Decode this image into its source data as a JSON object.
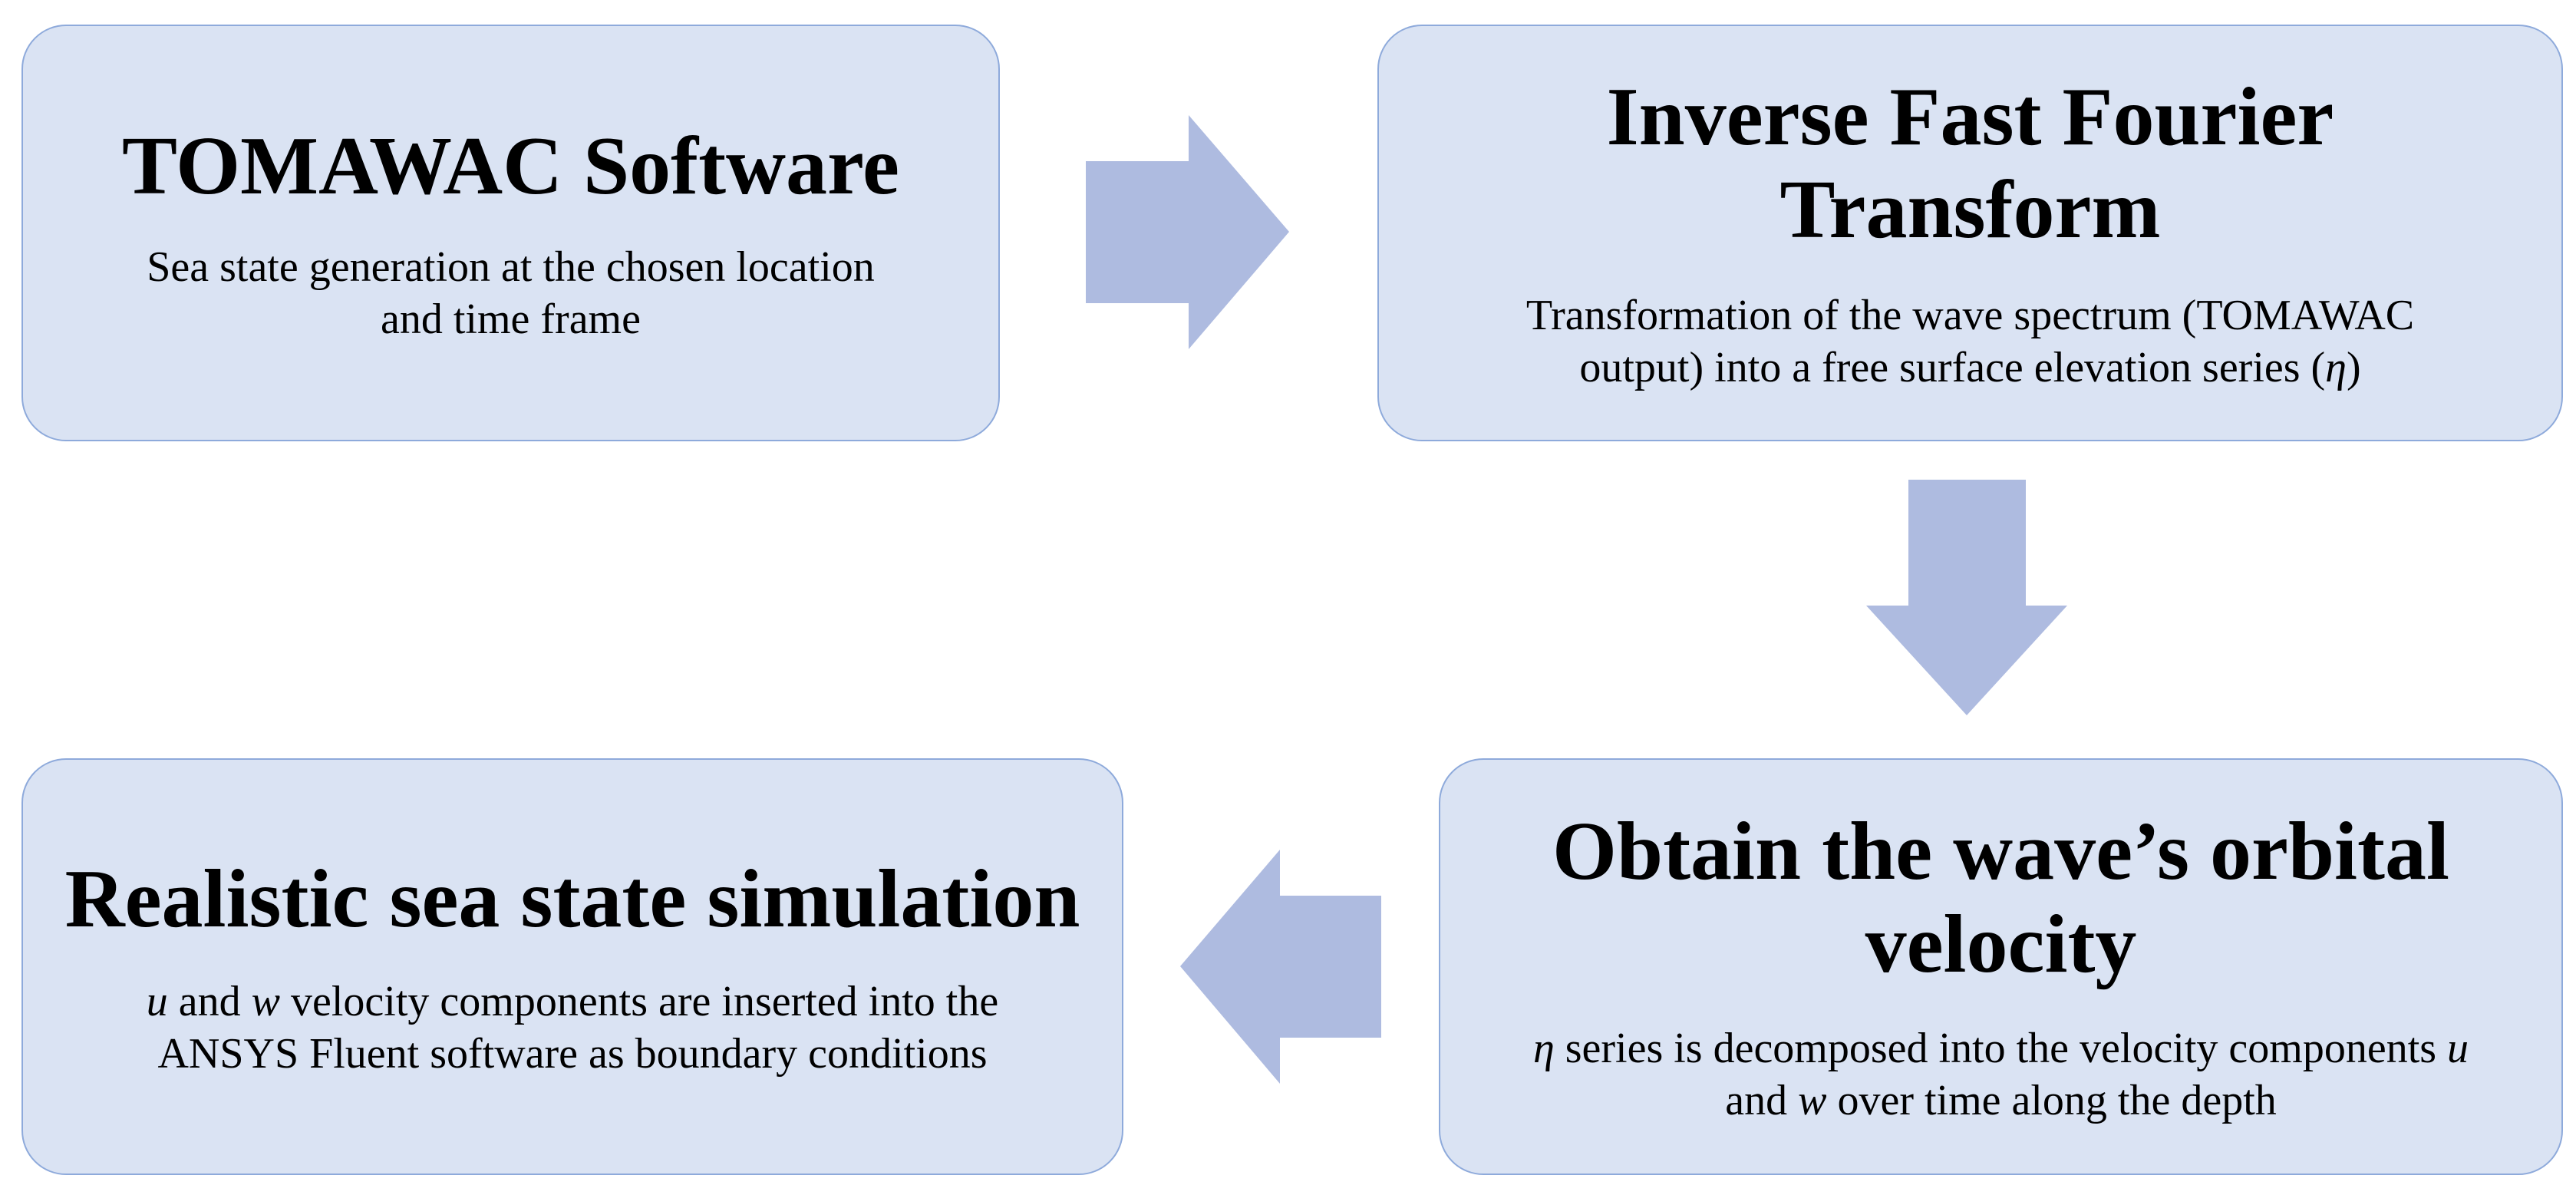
{
  "colors": {
    "box_fill": "#dae3f3",
    "box_border": "#8eaadb",
    "arrow_fill": "#aebbe0",
    "text": "#000000"
  },
  "steps": [
    {
      "title": "TOMAWAC Software",
      "desc_line1": "Sea state generation at the chosen location",
      "desc_line2": "and time frame"
    },
    {
      "title_line1": "Inverse Fast Fourier",
      "title_line2": "Transform",
      "desc_line1": "Transformation of the wave spectrum (TOMAWAC",
      "desc_line2_a": "output) into a free surface elevation series (",
      "desc_line2_var": "η",
      "desc_line2_b": ")"
    },
    {
      "title_line1": "Obtain the wave’s orbital",
      "title_line2": "velocity",
      "desc_line1_var_a": "η",
      "desc_line1_text": " series is decomposed into the velocity components ",
      "desc_line1_var_b": "u",
      "desc_line2_a": "and ",
      "desc_line2_var": "w",
      "desc_line2_b": " over time along the depth"
    },
    {
      "title": "Realistic sea state simulation",
      "desc_line1_var_a": "u",
      "desc_line1_text_a": " and ",
      "desc_line1_var_b": "w",
      "desc_line1_text_b": " velocity components are inserted into the",
      "desc_line2": "ANSYS Fluent software as boundary conditions"
    }
  ],
  "arrows": [
    {
      "direction": "right",
      "from_step": 1,
      "to_step": 2
    },
    {
      "direction": "down",
      "from_step": 2,
      "to_step": 3
    },
    {
      "direction": "left",
      "from_step": 3,
      "to_step": 4
    }
  ]
}
